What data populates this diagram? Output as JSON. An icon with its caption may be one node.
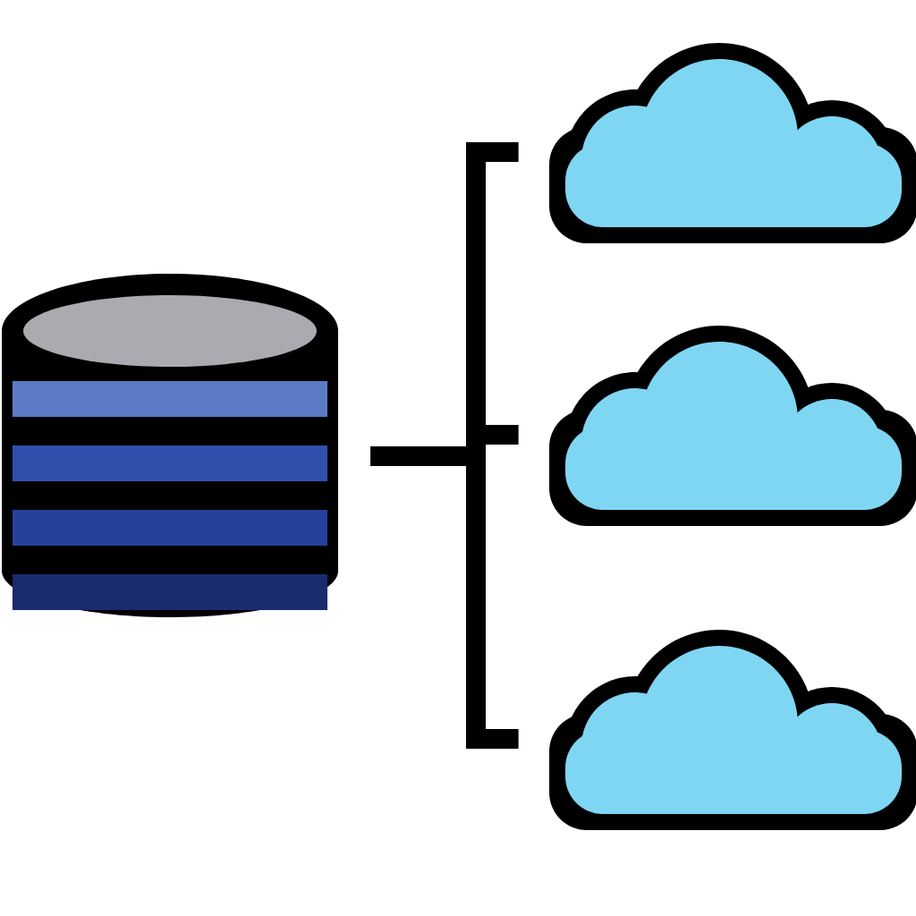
{
  "diagram": {
    "nodes": [
      {
        "text": [],
        "shape": "cylinder"
      },
      {
        "text": [],
        "shape": "cloud"
      },
      {
        "text": [],
        "shape": "cloud"
      },
      {
        "text": [],
        "shape": "cloud"
      }
    ],
    "edges": [
      {
        "from": 0,
        "to": 1,
        "arrow": "none"
      },
      {
        "from": 0,
        "to": 2,
        "arrow": "none"
      },
      {
        "from": 0,
        "to": 3,
        "arrow": "none"
      }
    ]
  }
}
